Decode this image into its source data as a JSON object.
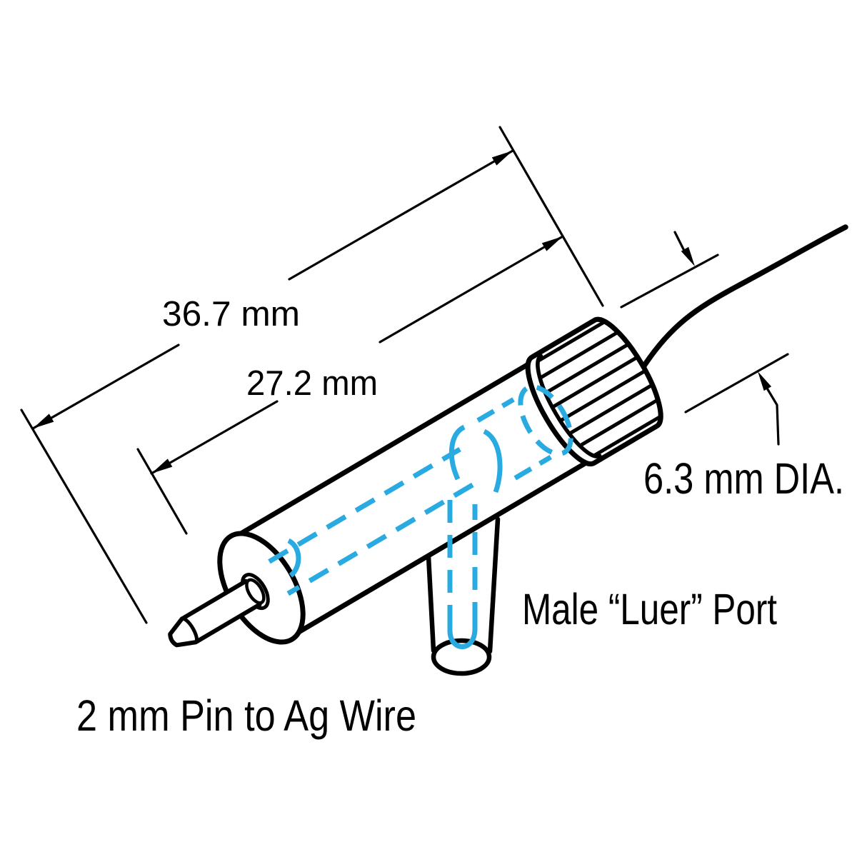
{
  "labels": {
    "overall_length": "36.7 mm",
    "body_length": "27.2 mm",
    "diameter": "6.3 mm DIA.",
    "port": "Male “Luer” Port",
    "pin": "2 mm Pin to Ag Wire"
  },
  "colors": {
    "ink": "#000000",
    "channel_blue": "#29ABE2",
    "background": "#FFFFFF"
  }
}
